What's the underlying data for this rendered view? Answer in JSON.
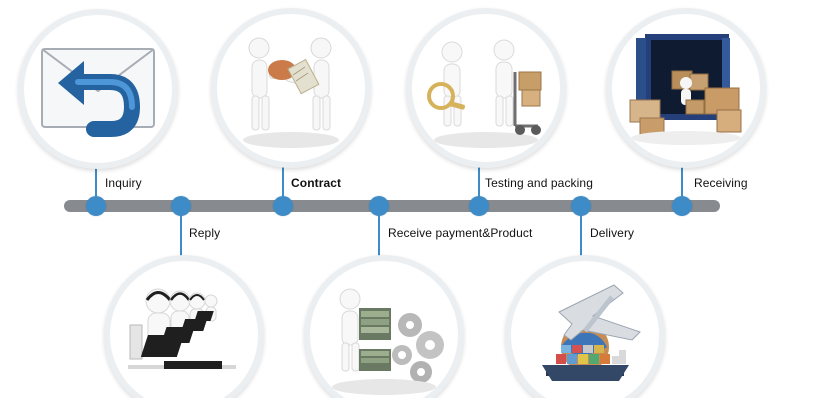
{
  "steps": [
    {
      "label": "Inquiry",
      "icon": "envelope-reply-icon"
    },
    {
      "label": "Reply",
      "icon": "call-center-icon"
    },
    {
      "label": "Contract",
      "icon": "contract-handshake-icon"
    },
    {
      "label": "Receive payment&Product",
      "icon": "money-gears-icon"
    },
    {
      "label": "Testing and packing",
      "icon": "inspection-packing-icon"
    },
    {
      "label": "Delivery",
      "icon": "plane-ship-icon"
    },
    {
      "label": "Receiving",
      "icon": "container-boxes-icon"
    }
  ],
  "colors": {
    "node": "#3d8cc8",
    "line": "#878a8f",
    "ring": "#eceff1"
  }
}
